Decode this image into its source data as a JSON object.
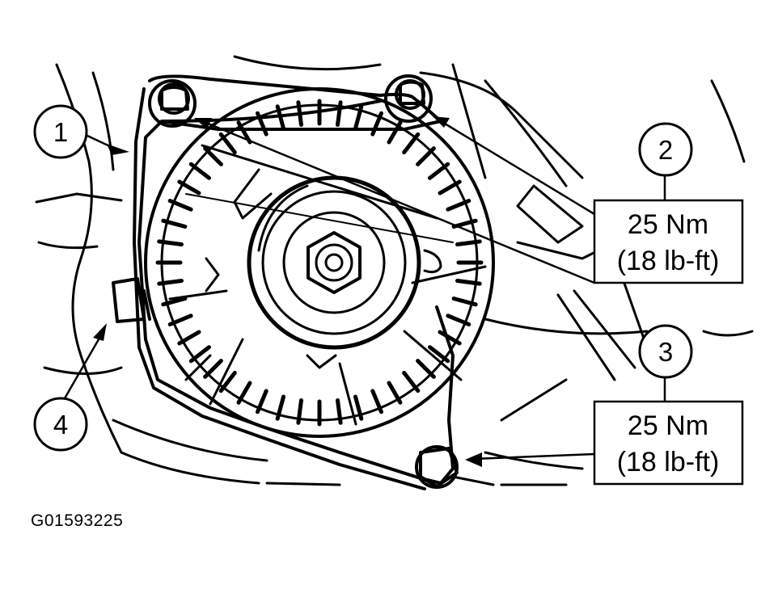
{
  "figure_id": "G01593225",
  "callouts": [
    {
      "number": "1"
    },
    {
      "number": "2"
    },
    {
      "number": "3"
    },
    {
      "number": "4"
    }
  ],
  "torque_specs": [
    {
      "callout": "2",
      "metric": "25 Nm",
      "imperial": "(18 lb-ft)"
    },
    {
      "callout": "3",
      "metric": "25 Nm",
      "imperial": "(18 lb-ft)"
    }
  ],
  "line_color": "#000000",
  "background_color": "#ffffff"
}
